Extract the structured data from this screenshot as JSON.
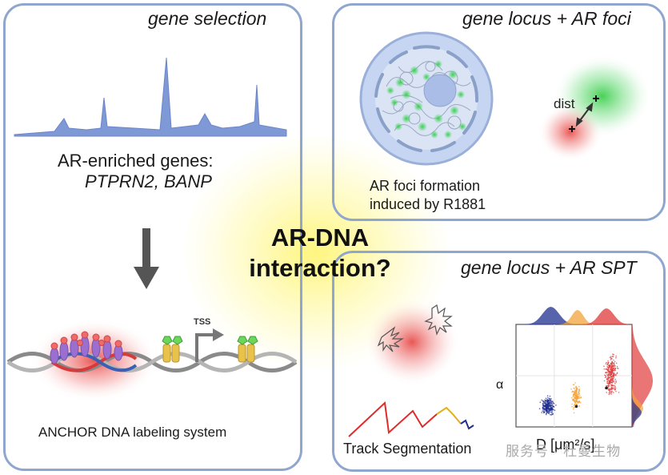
{
  "panels": {
    "gene_selection": {
      "title": "gene selection",
      "genes_heading": "AR-enriched genes:",
      "genes_names": "PTPRN2, BANP",
      "tss_label": "TSS",
      "system_label": "ANCHOR DNA labeling system"
    },
    "locus_foci": {
      "title": "gene locus + AR foci",
      "dist_label": "dist",
      "caption_line1": "AR foci formation",
      "caption_line2": "induced by R1881"
    },
    "locus_spt": {
      "title": "gene locus + AR SPT",
      "track_label": "Track Segmentation",
      "y_axis_label": "α",
      "x_axis_label": "D [μm²/s]"
    }
  },
  "center_question": {
    "line1": "AR-DNA",
    "line2": "interaction?"
  },
  "watermark": {
    "text": "服务号 · 杜曼生物"
  },
  "colors": {
    "panel_border": "#8fa6cf",
    "peak_fill": "#7f98d6",
    "red_signal": "#e53935",
    "green_signal": "#36c94a",
    "scatter_blue": "#1f2f8f",
    "scatter_orange": "#f2a33a",
    "scatter_red": "#e03a3a"
  }
}
